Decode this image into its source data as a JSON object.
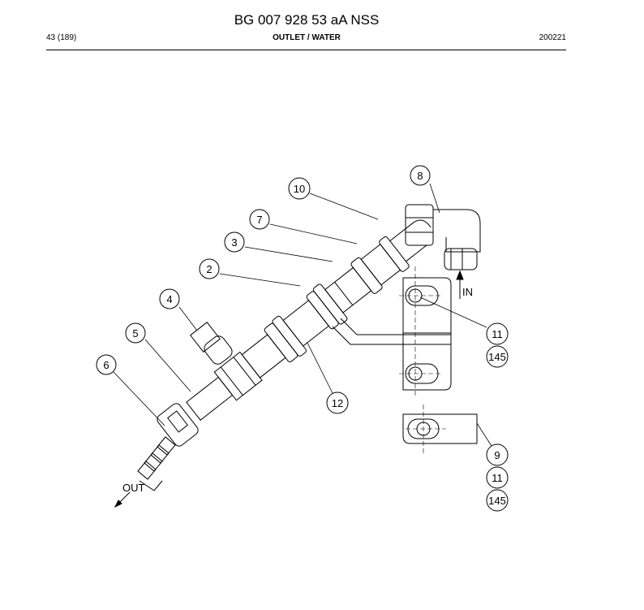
{
  "header": {
    "title": "BG 007 928 53 aA NSS",
    "page": "43 (189)",
    "section": "OUTLET / WATER",
    "code": "200221"
  },
  "labels": {
    "in": "IN",
    "out": "OUT"
  },
  "callouts": {
    "c2": "2",
    "c3": "3",
    "c4": "4",
    "c5": "5",
    "c6": "6",
    "c7": "7",
    "c8": "8",
    "c9": "9",
    "c10": "10",
    "c11a": "11",
    "c145a": "145",
    "c12": "12",
    "c11b": "11",
    "c145b": "145"
  }
}
